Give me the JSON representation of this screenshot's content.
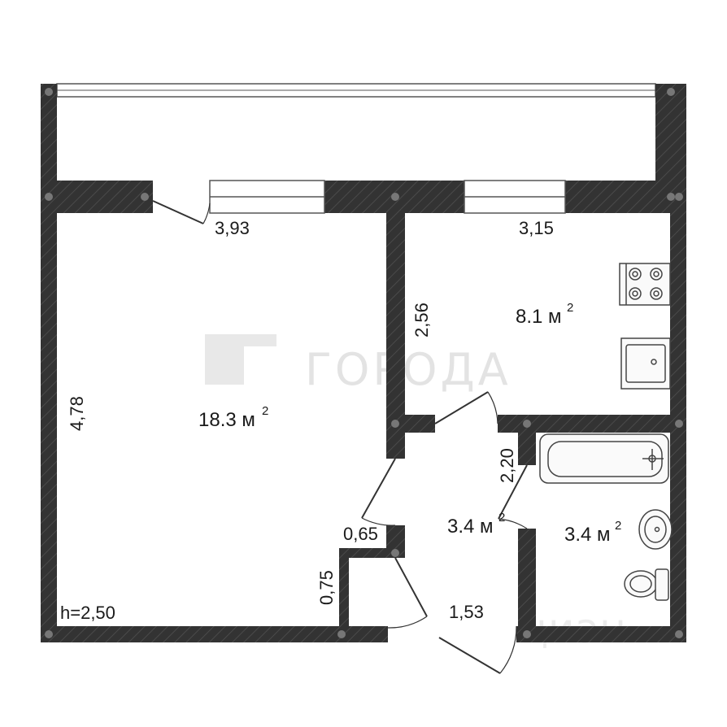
{
  "watermarks": {
    "brand": "ГОРОДА",
    "cian": "циан"
  },
  "dimensions": {
    "room_width_top": "3,93",
    "kitchen_width_top": "3,15",
    "kitchen_depth": "2,56",
    "room_depth": "4,78",
    "bath_depth": "2,20",
    "hall_opening": "0,65",
    "closet_depth": "0,75",
    "hall_width": "1,53",
    "ceiling_height": "h=2,50"
  },
  "areas": {
    "living_room": "18.3 м",
    "kitchen": "8.1 м",
    "hall": "3.4 м",
    "bathroom": "3.4 м",
    "superscript": "2"
  }
}
